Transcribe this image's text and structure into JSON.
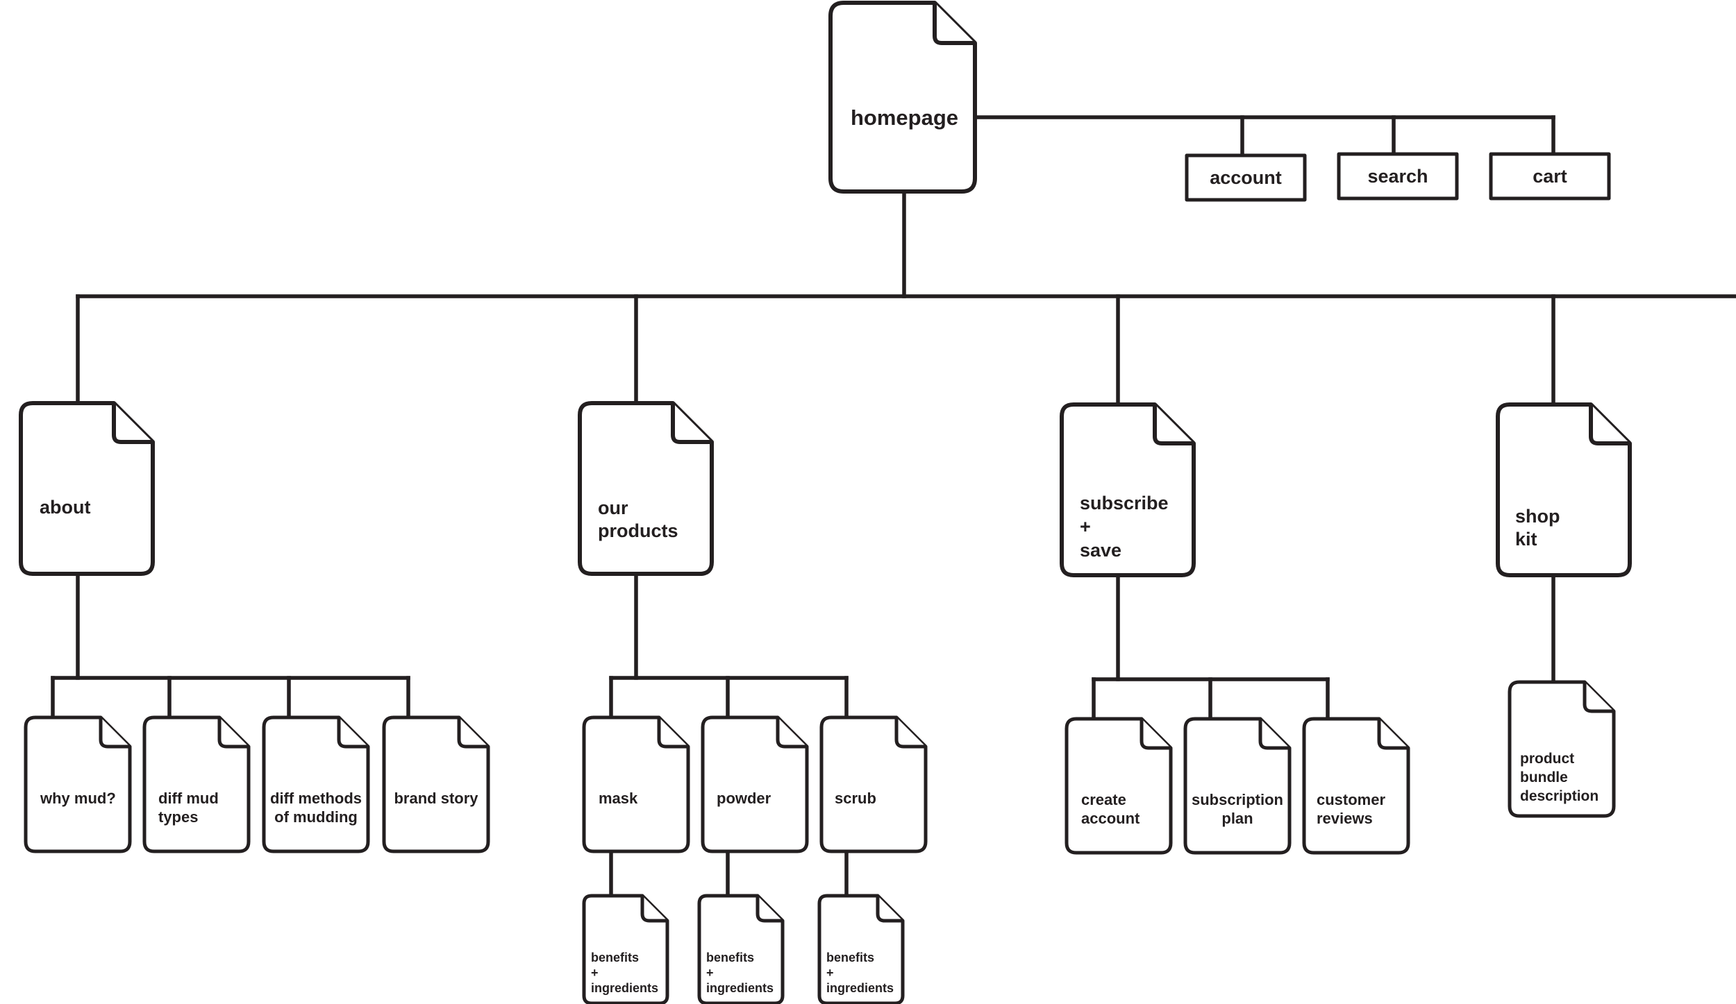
{
  "diagram": {
    "nodes": [
      {
        "id": "homepage",
        "lines": [
          "homepage"
        ],
        "kind": "doc"
      },
      {
        "id": "account",
        "lines": [
          "account"
        ],
        "kind": "box"
      },
      {
        "id": "search",
        "lines": [
          "search"
        ],
        "kind": "box"
      },
      {
        "id": "cart",
        "lines": [
          "cart"
        ],
        "kind": "box"
      },
      {
        "id": "about",
        "lines": [
          "about"
        ],
        "kind": "doc"
      },
      {
        "id": "our-products",
        "lines": [
          "our",
          "products"
        ],
        "kind": "doc"
      },
      {
        "id": "subscribe-save",
        "lines": [
          "subscribe",
          "+",
          "save"
        ],
        "kind": "doc"
      },
      {
        "id": "shop-kit",
        "lines": [
          "shop",
          "kit"
        ],
        "kind": "doc"
      },
      {
        "id": "why-mud",
        "lines": [
          "why mud?"
        ],
        "kind": "doc"
      },
      {
        "id": "diff-mud-types",
        "lines": [
          "diff mud",
          "types"
        ],
        "kind": "doc"
      },
      {
        "id": "diff-methods-of-mudding",
        "lines": [
          "diff methods",
          "of mudding"
        ],
        "kind": "doc"
      },
      {
        "id": "brand-story",
        "lines": [
          "brand story"
        ],
        "kind": "doc"
      },
      {
        "id": "mask",
        "lines": [
          "mask"
        ],
        "kind": "doc"
      },
      {
        "id": "powder",
        "lines": [
          "powder"
        ],
        "kind": "doc"
      },
      {
        "id": "scrub",
        "lines": [
          "scrub"
        ],
        "kind": "doc"
      },
      {
        "id": "create-account",
        "lines": [
          "create",
          "account"
        ],
        "kind": "doc"
      },
      {
        "id": "subscription-plan",
        "lines": [
          "subscription",
          "plan"
        ],
        "kind": "doc"
      },
      {
        "id": "customer-reviews",
        "lines": [
          "customer",
          "reviews"
        ],
        "kind": "doc"
      },
      {
        "id": "product-bundle-description",
        "lines": [
          "product",
          "bundle",
          "description"
        ],
        "kind": "doc"
      },
      {
        "id": "mask-benefits-ingredients",
        "lines": [
          "benefits",
          "+",
          "ingredients"
        ],
        "kind": "doc"
      },
      {
        "id": "powder-benefits-ingredients",
        "lines": [
          "benefits",
          "+",
          "ingredients"
        ],
        "kind": "doc"
      },
      {
        "id": "scrub-benefits-ingredients",
        "lines": [
          "benefits",
          "+",
          "ingredients"
        ],
        "kind": "doc"
      }
    ],
    "edges": [
      [
        "homepage",
        "account"
      ],
      [
        "homepage",
        "search"
      ],
      [
        "homepage",
        "cart"
      ],
      [
        "homepage",
        "about"
      ],
      [
        "homepage",
        "our-products"
      ],
      [
        "homepage",
        "subscribe-save"
      ],
      [
        "homepage",
        "shop-kit"
      ],
      [
        "about",
        "why-mud"
      ],
      [
        "about",
        "diff-mud-types"
      ],
      [
        "about",
        "diff-methods-of-mudding"
      ],
      [
        "about",
        "brand-story"
      ],
      [
        "our-products",
        "mask"
      ],
      [
        "our-products",
        "powder"
      ],
      [
        "our-products",
        "scrub"
      ],
      [
        "subscribe-save",
        "create-account"
      ],
      [
        "subscribe-save",
        "subscription-plan"
      ],
      [
        "subscribe-save",
        "customer-reviews"
      ],
      [
        "shop-kit",
        "product-bundle-description"
      ],
      [
        "mask",
        "mask-benefits-ingredients"
      ],
      [
        "powder",
        "powder-benefits-ingredients"
      ],
      [
        "scrub",
        "scrub-benefits-ingredients"
      ]
    ],
    "colors": {
      "stroke": "#231f20",
      "fill": "#ffffff",
      "text": "#231f20",
      "background": "#ffffff"
    }
  }
}
